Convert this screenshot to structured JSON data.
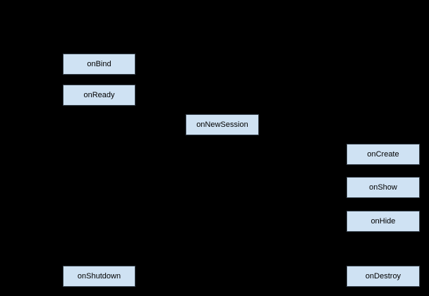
{
  "diagram": {
    "description": "Service lifecycle callback diagram on black background",
    "colors": {
      "background": "#000000",
      "box_fill": "#cfe2f3",
      "box_border": "#37424c",
      "text_color": "#000000"
    },
    "nodes": [
      {
        "id": "onBind",
        "label": "onBind"
      },
      {
        "id": "onReady",
        "label": "onReady"
      },
      {
        "id": "onNewSession",
        "label": "onNewSession"
      },
      {
        "id": "onCreate",
        "label": "onCreate"
      },
      {
        "id": "onShow",
        "label": "onShow"
      },
      {
        "id": "onHide",
        "label": "onHide"
      },
      {
        "id": "onDestroy",
        "label": "onDestroy"
      },
      {
        "id": "onShutdown",
        "label": "onShutdown"
      }
    ]
  }
}
